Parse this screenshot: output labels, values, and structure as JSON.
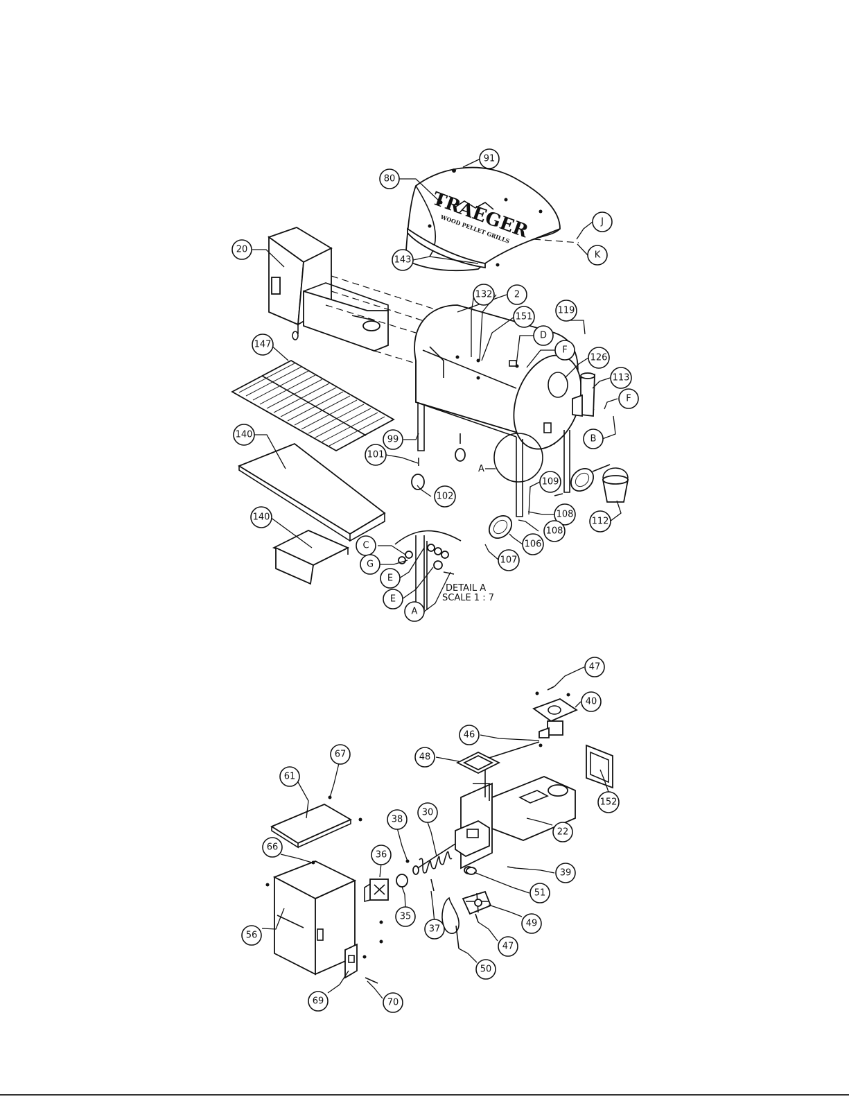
{
  "upper_assembly": {
    "brand": {
      "name": "TRAEGER",
      "tagline": "WOOD PELLET GRILLS"
    },
    "detail": {
      "label": "DETAIL A",
      "scale": "SCALE 1 : 7",
      "marker": "A"
    }
  },
  "callouts": [
    {
      "id": "c91",
      "label": "91"
    },
    {
      "id": "c80",
      "label": "80"
    },
    {
      "id": "cJ",
      "label": "J"
    },
    {
      "id": "cK",
      "label": "K"
    },
    {
      "id": "c20",
      "label": "20"
    },
    {
      "id": "c143",
      "label": "143"
    },
    {
      "id": "c132",
      "label": "132"
    },
    {
      "id": "c2",
      "label": "2"
    },
    {
      "id": "c151",
      "label": "151"
    },
    {
      "id": "c119",
      "label": "119"
    },
    {
      "id": "cD",
      "label": "D"
    },
    {
      "id": "cF1",
      "label": "F"
    },
    {
      "id": "c126",
      "label": "126"
    },
    {
      "id": "c113",
      "label": "113"
    },
    {
      "id": "cF2",
      "label": "F"
    },
    {
      "id": "c147",
      "label": "147"
    },
    {
      "id": "c140a",
      "label": "140"
    },
    {
      "id": "c99",
      "label": "99"
    },
    {
      "id": "c101",
      "label": "101"
    },
    {
      "id": "c102",
      "label": "102"
    },
    {
      "id": "cB",
      "label": "B"
    },
    {
      "id": "c109",
      "label": "109"
    },
    {
      "id": "c108a",
      "label": "108"
    },
    {
      "id": "c108b",
      "label": "108"
    },
    {
      "id": "c112",
      "label": "112"
    },
    {
      "id": "c106",
      "label": "106"
    },
    {
      "id": "c107",
      "label": "107"
    },
    {
      "id": "c140b",
      "label": "140"
    },
    {
      "id": "cC",
      "label": "C"
    },
    {
      "id": "cG",
      "label": "G"
    },
    {
      "id": "cE1",
      "label": "E"
    },
    {
      "id": "cE2",
      "label": "E"
    },
    {
      "id": "cA",
      "label": "A"
    },
    {
      "id": "c47a",
      "label": "47"
    },
    {
      "id": "c40",
      "label": "40"
    },
    {
      "id": "c46",
      "label": "46"
    },
    {
      "id": "c48",
      "label": "48"
    },
    {
      "id": "c67",
      "label": "67"
    },
    {
      "id": "c61",
      "label": "61"
    },
    {
      "id": "c152",
      "label": "152"
    },
    {
      "id": "c30",
      "label": "30"
    },
    {
      "id": "c38",
      "label": "38"
    },
    {
      "id": "c22",
      "label": "22"
    },
    {
      "id": "c66",
      "label": "66"
    },
    {
      "id": "c36",
      "label": "36"
    },
    {
      "id": "c39",
      "label": "39"
    },
    {
      "id": "c51",
      "label": "51"
    },
    {
      "id": "c35",
      "label": "35"
    },
    {
      "id": "c49",
      "label": "49"
    },
    {
      "id": "c37",
      "label": "37"
    },
    {
      "id": "c47b",
      "label": "47"
    },
    {
      "id": "c56",
      "label": "56"
    },
    {
      "id": "c50",
      "label": "50"
    },
    {
      "id": "c69",
      "label": "69"
    },
    {
      "id": "c70",
      "label": "70"
    }
  ]
}
